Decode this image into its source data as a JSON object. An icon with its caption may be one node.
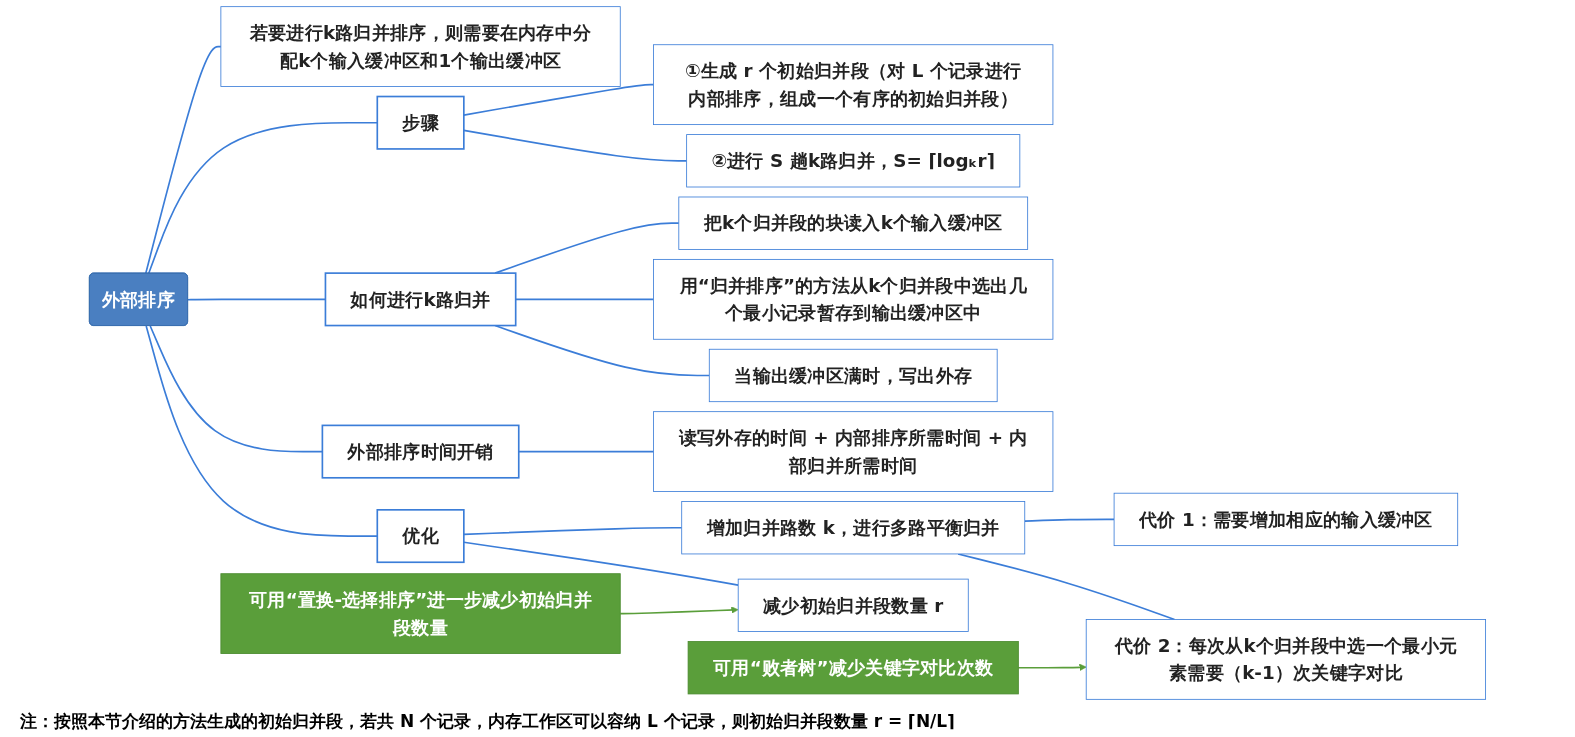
{
  "diagram": {
    "nodes": [
      {
        "text": [
          "外部排序"
        ]
      },
      {
        "text": [
          "若要进行k路归并排序，则需要在内存中分配k个输入缓冲区和1个输出缓冲区"
        ]
      },
      {
        "text": [
          "步骤"
        ]
      },
      {
        "text": [
          "①生成 r 个初始归并段（对 L 个记录进行内部排序，组成一个有序的初始归并段）"
        ]
      },
      {
        "text": [
          "②进行 S 趟k路归并，S= ⌈logₖr⌉"
        ]
      },
      {
        "text": [
          "如何进行k路归并"
        ]
      },
      {
        "text": [
          "把k个归并段的块读入k个输入缓冲区"
        ]
      },
      {
        "text": [
          "用“归并排序”的方法从k个归并段中选出几个最小记录暂存到输出缓冲区中"
        ]
      },
      {
        "text": [
          "当输出缓冲区满时，写出外存"
        ]
      },
      {
        "text": [
          "外部排序时间开销"
        ]
      },
      {
        "text": [
          "读写外存的时间 + 内部排序所需时间 + 内部归并所需时间"
        ]
      },
      {
        "text": [
          "优化"
        ]
      },
      {
        "text": [
          "增加归并路数 k，进行多路平衡归并"
        ]
      },
      {
        "text": [
          "代价 1：需要增加相应的输入缓冲区"
        ]
      },
      {
        "text": [
          "代价 2：每次从k个归并段中选一个最小元素需要（k-1）次关键字对比"
        ]
      },
      {
        "text": [
          "减少初始归并段数量 r"
        ]
      },
      {
        "text": [
          "可用“败者树”减少关键字对比次数"
        ]
      },
      {
        "text": [
          "可用“置换-选择排序”进一步减少初始归并段数量"
        ]
      }
    ],
    "edges": [
      {
        "from": 0,
        "to": 1,
        "arrow": "none"
      },
      {
        "from": 0,
        "to": 2,
        "arrow": "none"
      },
      {
        "from": 2,
        "to": 3,
        "arrow": "none"
      },
      {
        "from": 2,
        "to": 4,
        "arrow": "none"
      },
      {
        "from": 0,
        "to": 5,
        "arrow": "none"
      },
      {
        "from": 5,
        "to": 6,
        "arrow": "none"
      },
      {
        "from": 5,
        "to": 7,
        "arrow": "none"
      },
      {
        "from": 5,
        "to": 8,
        "arrow": "none"
      },
      {
        "from": 0,
        "to": 9,
        "arrow": "none"
      },
      {
        "from": 9,
        "to": 10,
        "arrow": "none"
      },
      {
        "from": 0,
        "to": 11,
        "arrow": "none"
      },
      {
        "from": 11,
        "to": 12,
        "arrow": "none"
      },
      {
        "from": 12,
        "to": 13,
        "arrow": "none"
      },
      {
        "from": 12,
        "to": 14,
        "arrow": "none"
      },
      {
        "from": 11,
        "to": 15,
        "arrow": "none"
      },
      {
        "from": 16,
        "to": 14,
        "arrow": "to",
        "color": "#5a9e3a"
      },
      {
        "from": 17,
        "to": 15,
        "arrow": "to",
        "color": "#5a9e3a"
      }
    ],
    "labels": [
      "注：按照本节介绍的方法生成的初始归并段，若共 N 个记录，内存工作区可以容纳 L 个记录，则初始归并段数量 r = ⌈N/L⌉"
    ]
  }
}
